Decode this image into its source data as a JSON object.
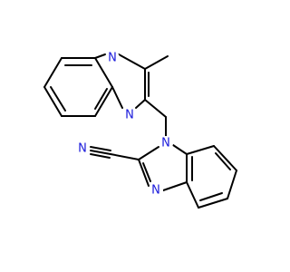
{
  "molecule": {
    "atom_labels": {
      "n_quinox_top": "N",
      "n_quinox_bottom": "N",
      "n_imid_1": "N",
      "n_imid_3": "N",
      "n_nitrile": "N"
    }
  },
  "colors": {
    "bond": "#000000",
    "nitrogen": "#1a1adb",
    "background": "#ffffff"
  }
}
